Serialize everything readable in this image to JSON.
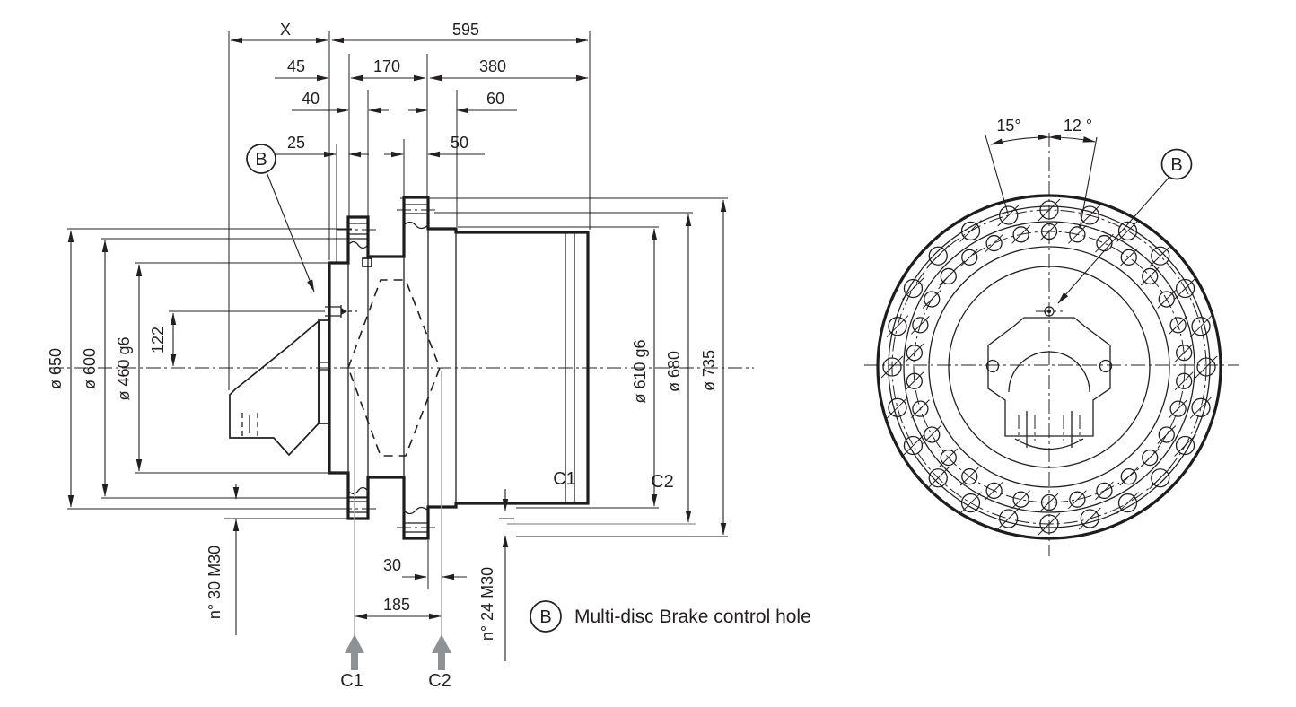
{
  "drawing": {
    "side_view": {
      "dims_top": {
        "x": "X",
        "total": "595",
        "d45": "45",
        "d170": "170",
        "d380": "380",
        "d40": "40",
        "d60": "60",
        "d25": "25",
        "d50": "50"
      },
      "dims_left": {
        "dia650": "ø 650",
        "dia600": "ø 600",
        "dia460": "ø 460 g6",
        "d122": "122"
      },
      "dims_right": {
        "dia610": "ø 610 g6",
        "dia680": "ø 680",
        "dia735": "ø 735"
      },
      "dims_bottom": {
        "bolts_motor_flange": "n° 30 M30",
        "bolts_wheel_flange": "n° 24 M30",
        "d30": "30",
        "d185": "185"
      },
      "labels": {
        "b_callout": "B",
        "c1_surface": "C1",
        "c2_surface": "C2",
        "c1_plug": "C1",
        "c2_plug": "C2"
      }
    },
    "front_view": {
      "angle_left": "15°",
      "angle_right": "12 °",
      "b_callout": "B"
    },
    "legend": {
      "symbol": "B",
      "text": "Multi-disc Brake control hole"
    },
    "colors": {
      "line": "#231f20",
      "metal_light": "#f2f3f3",
      "metal_dark": "#b2b5b7",
      "gray_arrow": "#8f9294"
    }
  }
}
